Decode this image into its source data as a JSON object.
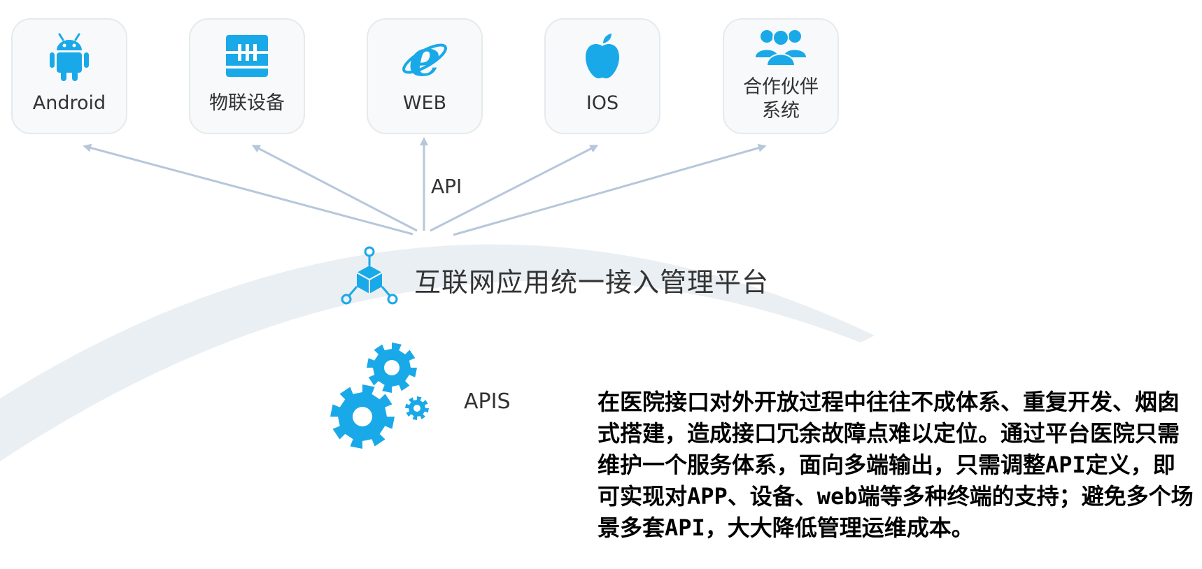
{
  "colors": {
    "accent": "#1aa9e8",
    "arc": "#e9eff3",
    "arrow": "#b7c7db",
    "card_bg": "#f7f9fa"
  },
  "clients": [
    {
      "label": "Android",
      "icon": "android-icon"
    },
    {
      "label": "物联设备",
      "icon": "iot-device-icon"
    },
    {
      "label": "WEB",
      "icon": "internet-explorer-icon"
    },
    {
      "label": "IOS",
      "icon": "apple-icon"
    },
    {
      "label": "合作伙伴系统",
      "icon": "partner-group-icon"
    }
  ],
  "api_label": "API",
  "platform": {
    "title": "互联网应用统一接入管理平台",
    "icon": "connect-hub-icon"
  },
  "apis": {
    "label": "APIS",
    "icon": "gears-icon"
  },
  "description": "在医院接口对外开放过程中往往不成体系、重复开发、烟囱式搭建，造成接口冗余故障点难以定位。通过平台医院只需维护一个服务体系，面向多端输出，只需调整API定义，即可实现对APP、设备、web端等多种终端的支持；避免多个场景多套API，大大降低管理运维成本。"
}
